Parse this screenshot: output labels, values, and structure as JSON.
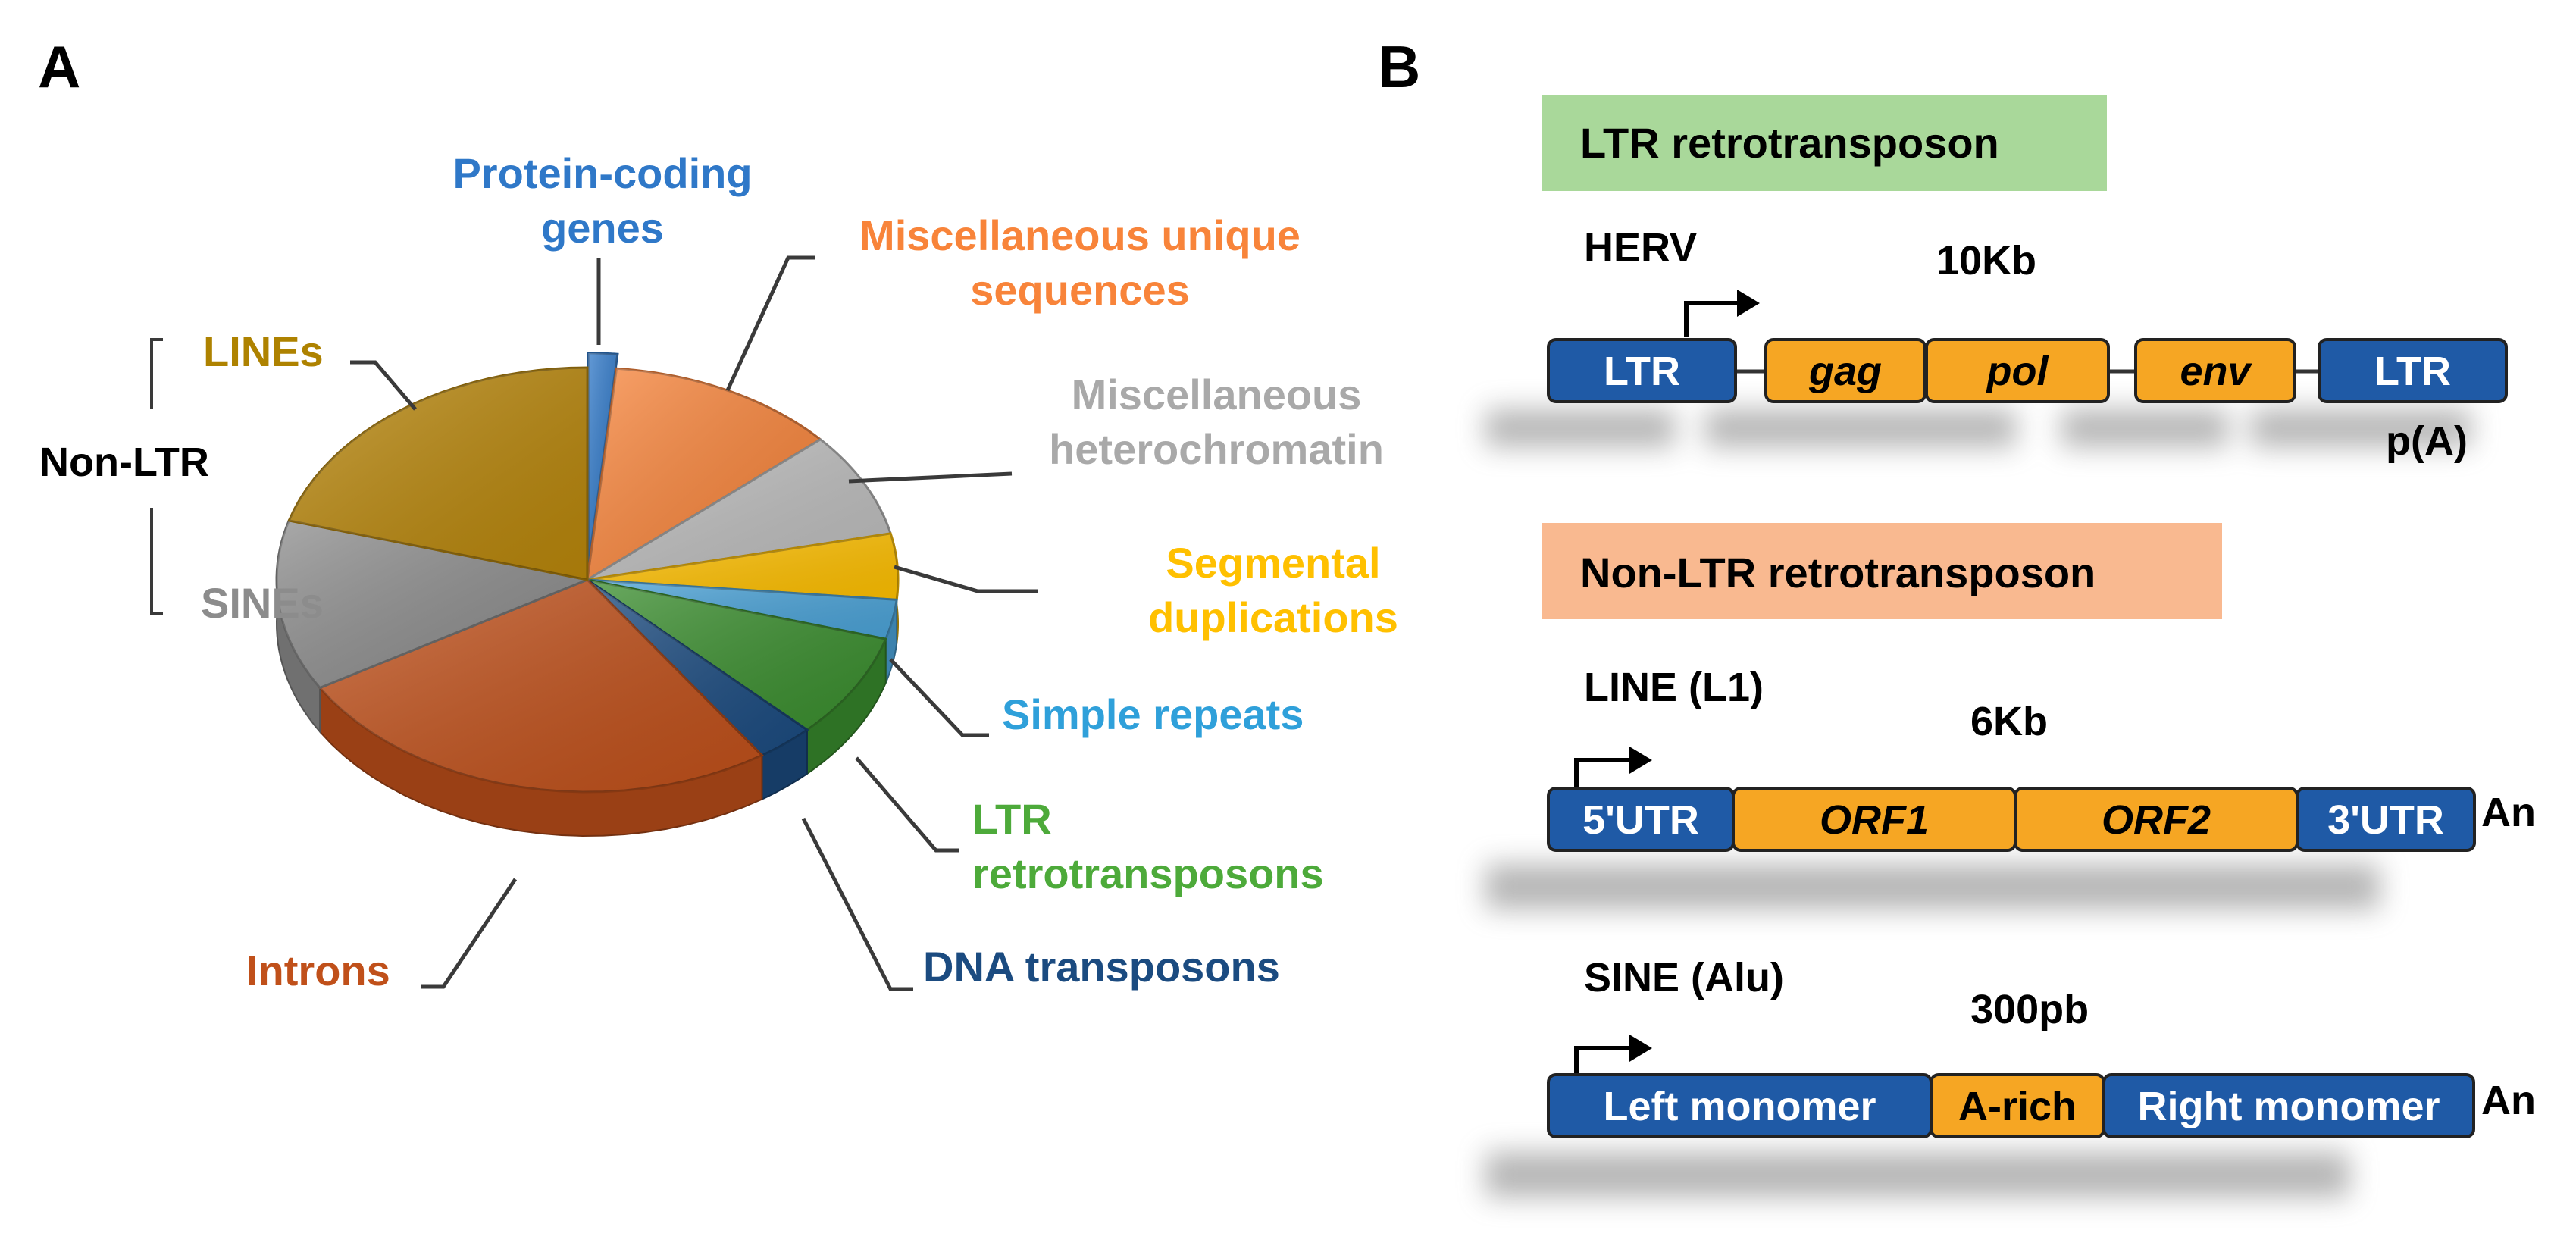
{
  "panel_a": {
    "letter": "A",
    "slices": [
      {
        "id": "protein-coding",
        "label": [
          "Protein-coding",
          "genes"
        ],
        "value": 1.5,
        "color": "#2F78C8",
        "label_color": "#2F78C8"
      },
      {
        "id": "misc-unique",
        "label": [
          "Miscellaneous unique",
          "sequences"
        ],
        "value": 12,
        "color": "#F8843A",
        "label_color": "#F8843A"
      },
      {
        "id": "misc-hetero",
        "label": [
          "Miscellaneous",
          "heterochromatin"
        ],
        "value": 8,
        "color": "#BDBDBD",
        "label_color": "#A9A9A9"
      },
      {
        "id": "segmental",
        "label": [
          "Segmental",
          "duplications"
        ],
        "value": 5,
        "color": "#FFC000",
        "label_color": "#FFC000"
      },
      {
        "id": "simple-repeats",
        "label": [
          "Simple repeats"
        ],
        "value": 3,
        "color": "#4BA3D8",
        "label_color": "#2FA0DA"
      },
      {
        "id": "ltr-retro",
        "label": [
          "LTR",
          "retrotransposons"
        ],
        "value": 8,
        "color": "#3A8E2E",
        "label_color": "#4DAA3A"
      },
      {
        "id": "dna-transposons",
        "label": [
          "DNA transposons"
        ],
        "value": 3,
        "color": "#1B4B80",
        "label_color": "#1B4B80"
      },
      {
        "id": "introns",
        "label": [
          "Introns"
        ],
        "value": 26,
        "color": "#C0501A",
        "label_color": "#C0501A"
      },
      {
        "id": "sines",
        "label": [
          "SINEs"
        ],
        "value": 13,
        "color": "#8C8C8C",
        "label_color": "#8C8C8C"
      },
      {
        "id": "lines",
        "label": [
          "LINEs"
        ],
        "value": 20.5,
        "color": "#B8860B",
        "label_color": "#AE8200"
      }
    ],
    "group_label": "Non-LTR"
  },
  "panel_b": {
    "letter": "B",
    "ltr_header": "LTR retrotransposon",
    "ltr_header_color": "#A9D89A",
    "nonltr_header": "Non-LTR retrotransposon",
    "nonltr_header_color": "#F9B990",
    "herv": {
      "name": "HERV",
      "size": "10Kb",
      "segments": [
        "LTR",
        "gag",
        "pol",
        "env",
        "LTR"
      ],
      "tail": "p(A)"
    },
    "line": {
      "name": "LINE (L1)",
      "size": "6Kb",
      "segments": [
        "5'UTR",
        "ORF1",
        "ORF2",
        "3'UTR"
      ],
      "tail": "An"
    },
    "sine": {
      "name": "SINE (Alu)",
      "size": "300pb",
      "segments": [
        "Left monomer",
        "A-rich",
        "Right monomer"
      ],
      "tail": "An"
    },
    "colors": {
      "blue": "#1F5AA6",
      "orange": "#F6A623"
    }
  }
}
